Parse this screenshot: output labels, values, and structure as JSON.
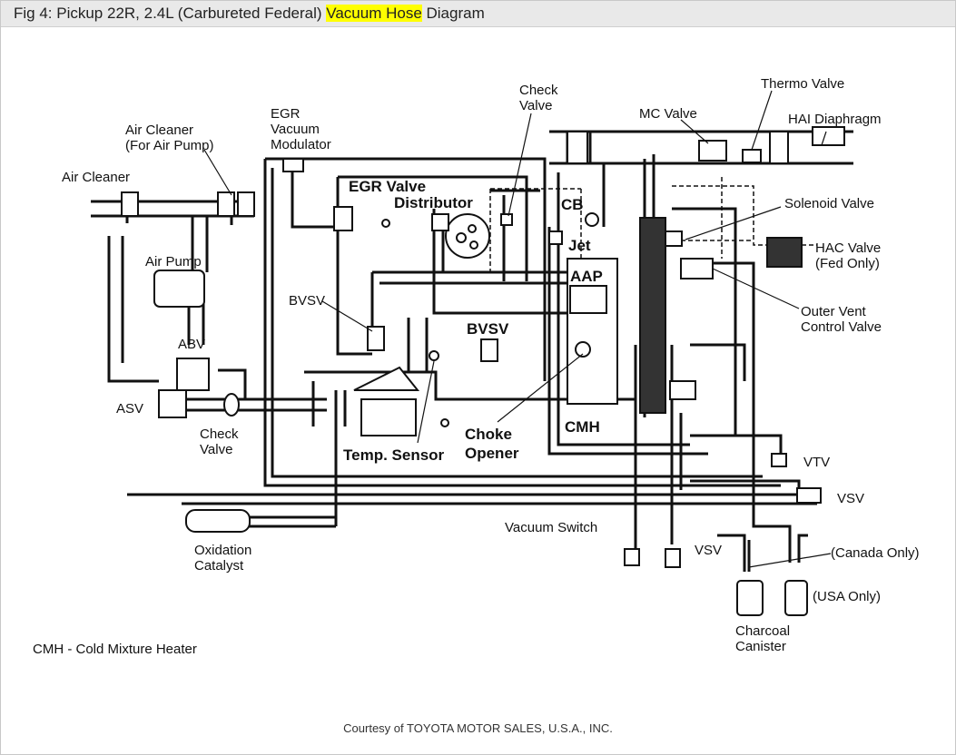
{
  "header": {
    "title_prefix": "Fig 4: Pickup 22R, 2.4L (Carbureted Federal) ",
    "title_highlight": "Vacuum Hose",
    "title_suffix": " Diagram"
  },
  "labels": {
    "air_cleaner_pump_1": "Air Cleaner",
    "air_cleaner_pump_2": "(For Air Pump)",
    "air_cleaner": "Air Cleaner",
    "air_pump": "Air Pump",
    "abv": "ABV",
    "asv": "ASV",
    "check_valve_left_1": "Check",
    "check_valve_left_2": "Valve",
    "oxidation_1": "Oxidation",
    "oxidation_2": "Catalyst",
    "egr_mod_1": "EGR",
    "egr_mod_2": "Vacuum",
    "egr_mod_3": "Modulator",
    "egr_valve": "EGR Valve",
    "distributor": "Distributor",
    "check_valve_top_1": "Check",
    "check_valve_top_2": "Valve",
    "bvsv_left": "BVSV",
    "bvsv_mid": "BVSV",
    "temp_sensor": "Temp. Sensor",
    "choke_opener_1": "Choke",
    "choke_opener_2": "Opener",
    "cb": "CB",
    "jet": "Jet",
    "aap": "AAP",
    "cmh": "CMH",
    "mc_valve": "MC Valve",
    "thermo_valve": "Thermo Valve",
    "hai_diaphragm": "HAI Diaphragm",
    "solenoid_valve": "Solenoid Valve",
    "hac_valve_1": "HAC Valve",
    "hac_valve_2": "(Fed  Only)",
    "outer_vent_1": "Outer Vent",
    "outer_vent_2": "Control Valve",
    "vtv": "VTV",
    "vsv_right": "VSV",
    "vacuum_switch": "Vacuum Switch",
    "vsv_bottom": "VSV",
    "canada_only": "(Canada Only)",
    "usa_only": "(USA Only)",
    "charcoal_1": "Charcoal",
    "charcoal_2": "Canister",
    "legend": "CMH  -  Cold Mixture Heater"
  },
  "footer": {
    "credit": "Courtesy of TOYOTA MOTOR SALES, U.S.A., INC."
  }
}
